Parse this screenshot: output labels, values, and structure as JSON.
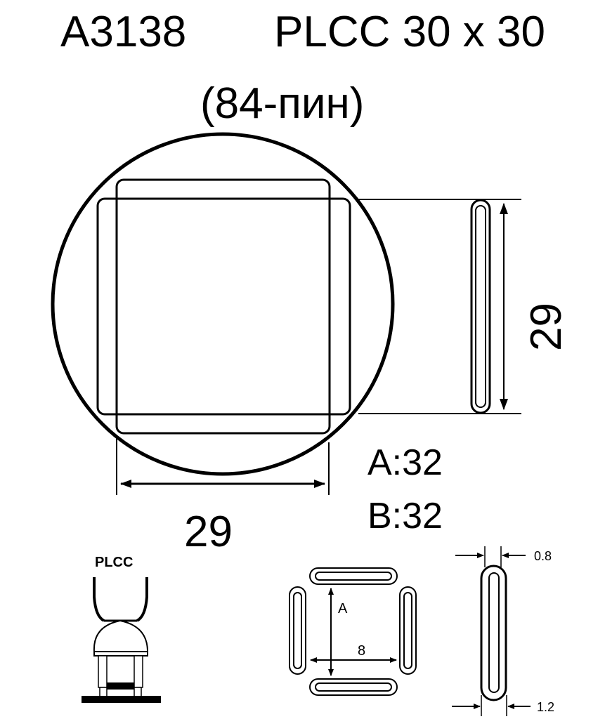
{
  "header": {
    "model": "A3138",
    "package": "PLCC 30 x 30",
    "pins": "(84-пин)"
  },
  "main_view": {
    "width_dim": "29",
    "height_dim": "29",
    "dim_a": "A:32",
    "dim_b": "B:32"
  },
  "detail_views": {
    "nozzle_label": "PLCC",
    "slot_layout": {
      "label_a": "A",
      "label_8": "8"
    },
    "slot_section": {
      "inner_width": "0.8",
      "outer_width": "1.2"
    }
  },
  "colors": {
    "stroke": "#000000",
    "background": "#ffffff"
  }
}
